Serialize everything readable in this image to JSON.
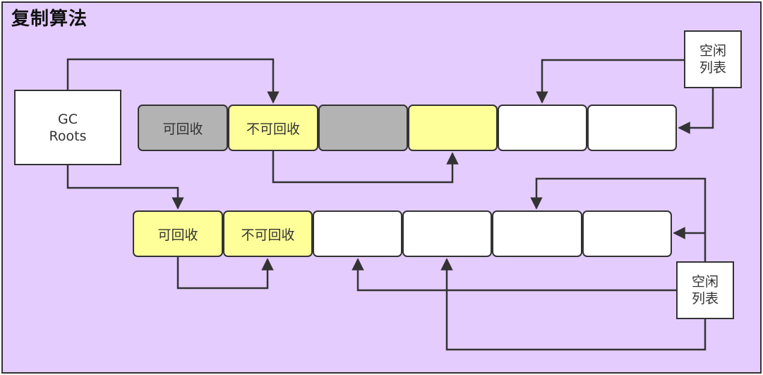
{
  "title": "复制算法",
  "gc_roots": {
    "line1": "GC",
    "line2": "Roots"
  },
  "free_list_top": {
    "line1": "空闲",
    "line2": "列表"
  },
  "free_list_bottom": {
    "line1": "空闲",
    "line2": "列表"
  },
  "top_row": [
    {
      "label": "可回收",
      "state": "gray"
    },
    {
      "label": "不可回收",
      "state": "yellow"
    },
    {
      "label": "",
      "state": "gray"
    },
    {
      "label": "",
      "state": "yellow"
    },
    {
      "label": "",
      "state": "white"
    },
    {
      "label": "",
      "state": "white"
    }
  ],
  "bottom_row": [
    {
      "label": "可回收",
      "state": "yellow"
    },
    {
      "label": "不可回收",
      "state": "yellow"
    },
    {
      "label": "",
      "state": "white"
    },
    {
      "label": "",
      "state": "white"
    },
    {
      "label": "",
      "state": "white"
    },
    {
      "label": "",
      "state": "white"
    }
  ],
  "colors": {
    "background": "#e5ccff",
    "gray": "#b3b3b3",
    "yellow": "#ffff99",
    "line": "#333333"
  }
}
